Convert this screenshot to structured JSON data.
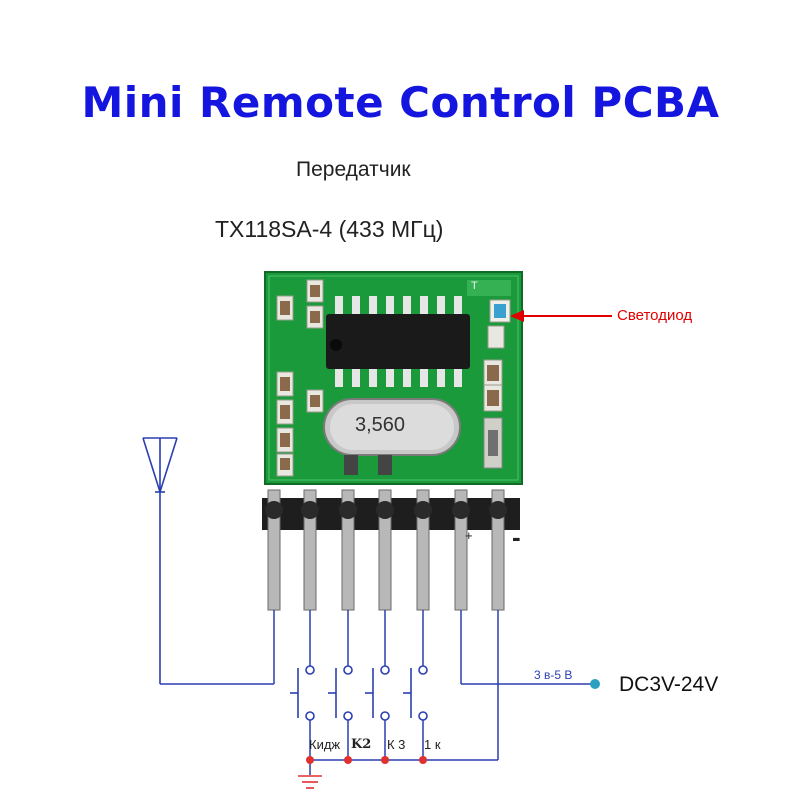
{
  "title": "Mini Remote Control PCBA",
  "subtitle": "Передатчик",
  "model": "TX118SA-4 (433 МГц)",
  "led_label": "Светодиод",
  "board_mark": "T",
  "crystal_label": "3,560",
  "pin_plus": "+",
  "pin_minus": "-",
  "supply_note": "3 в-5 В",
  "supply_range": "DC3V-24V",
  "buttons": [
    "Кидж",
    "K2",
    "К 3",
    "1 к"
  ],
  "colors": {
    "title": "#1515e0",
    "wire": "#2a3fb0",
    "pcb": "#1a9a3a",
    "arrow": "#e00000",
    "ground": "#e03030",
    "terminal": "#2aa0c0"
  }
}
